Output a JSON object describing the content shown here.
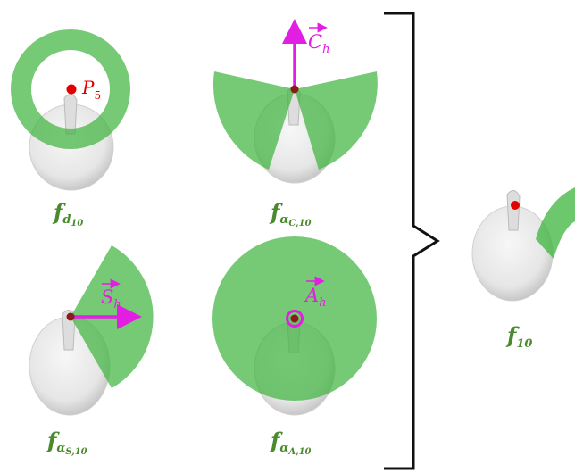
{
  "colors": {
    "region": "#3cb43c",
    "vector": "#e31ee3",
    "point": "#e00000",
    "label": "#4a8a2e",
    "skull": "#ececec"
  },
  "labels": {
    "f_d10": {
      "base": "f",
      "sub": "d",
      "subsub": "10"
    },
    "f_alphaC10": {
      "base": "f",
      "sub": "α",
      "subsub": "C,10"
    },
    "f_alphaS10": {
      "base": "f",
      "sub": "α",
      "subsub": "S,10"
    },
    "f_alphaA10": {
      "base": "f",
      "sub": "α",
      "subsub": "A,10"
    },
    "f10": {
      "base": "f",
      "sub": "10"
    }
  },
  "vectors": {
    "C": {
      "base": "C",
      "sub": "h"
    },
    "S": {
      "base": "S",
      "sub": "h"
    },
    "A": {
      "base": "A",
      "sub": "h"
    }
  },
  "point": {
    "base": "P",
    "sub": "5"
  }
}
